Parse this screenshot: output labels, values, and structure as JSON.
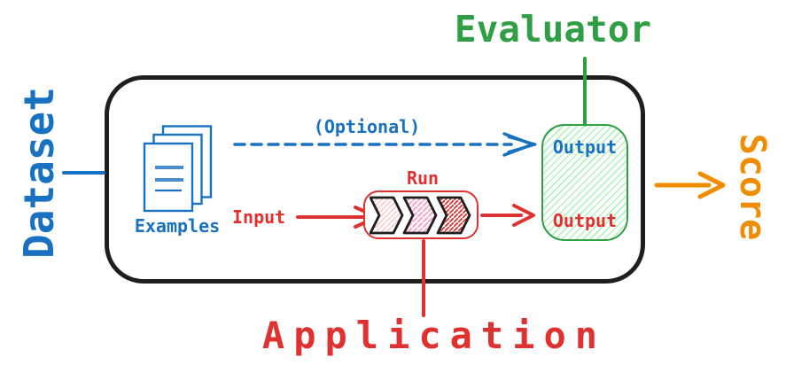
{
  "colors": {
    "blue": "#1971c2",
    "red": "#e03131",
    "green": "#2f9e44",
    "orange": "#f08c00",
    "black": "#1e1e1e",
    "green_hatch": "#b2f2bb",
    "hatch_light_red": "#ffb3b3",
    "hatch_pink": "#f9a8c9",
    "hatch_red": "#e03131"
  },
  "dataset": {
    "label": "Dataset"
  },
  "examples": {
    "label": "Examples",
    "icon": "documents-stack-icon"
  },
  "optional_path": {
    "label": "(Optional)",
    "style": "dashed-arrow"
  },
  "input": {
    "label": "Input"
  },
  "run": {
    "label": "Run",
    "icon": "pipeline-chevrons-icon",
    "chevron_count": 3
  },
  "application": {
    "label": "Application"
  },
  "evaluator": {
    "label": "Evaluator",
    "output_top": "Output",
    "output_bottom": "Output"
  },
  "score": {
    "label": "Score"
  }
}
